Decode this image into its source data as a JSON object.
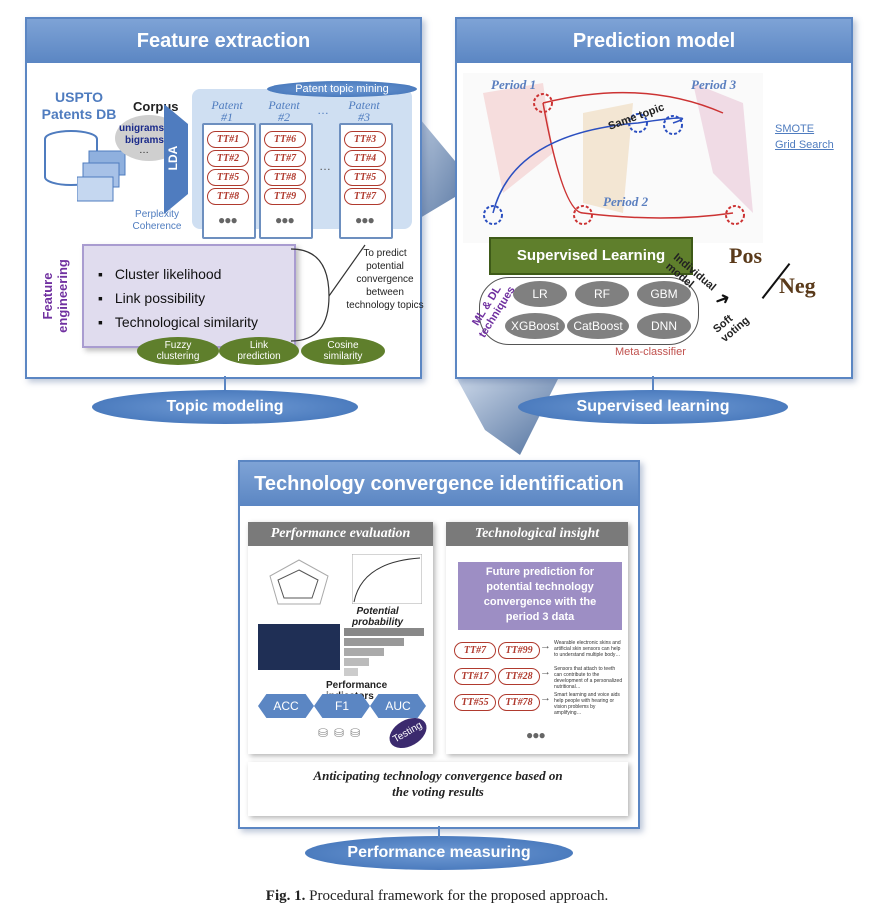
{
  "feature_extraction": {
    "title": "Feature extraction",
    "uspto": "USPTO\nPatents DB",
    "corpus": "Corpus",
    "unigrams": "unigrams",
    "bigrams": "bigrams",
    "ellipsis": "…",
    "lda": "LDA",
    "perplexity": "Perplexity\nCoherence",
    "topic_mining": "Patent topic mining",
    "patents": [
      {
        "label": "Patent\n#1",
        "topics": [
          "TT#1",
          "TT#2",
          "TT#5",
          "TT#8"
        ]
      },
      {
        "label": "Patent\n#2",
        "topics": [
          "TT#6",
          "TT#7",
          "TT#8",
          "TT#9"
        ]
      },
      {
        "label": "Patent\n#3",
        "topics": [
          "TT#3",
          "TT#4",
          "TT#5",
          "TT#7"
        ]
      }
    ],
    "patent_dots": "…",
    "feature_engineering": "Feature\nengineering",
    "features": [
      "Cluster likelihood",
      "Link possibility",
      "Technological similarity"
    ],
    "methods": [
      "Fuzzy\nclustering",
      "Link\nprediction",
      "Cosine\nsimilarity"
    ],
    "to_predict": "To predict\npotential\nconvergence\nbetween\ntechnology topics"
  },
  "topic_modeling": "Topic modeling",
  "prediction_model": {
    "title": "Prediction model",
    "period1": "Period 1",
    "period2": "Period 2",
    "period3": "Period 3",
    "same_topic": "Same topic",
    "smote": "SMOTE",
    "grid_search": "Grid Search",
    "supervised": "Supervised Learning",
    "models": [
      "LR",
      "RF",
      "GBM",
      "XGBoost",
      "CatBoost",
      "DNN"
    ],
    "ml_dl": "ML & DL\ntechniques",
    "meta": "Meta-classifier",
    "individual": "Individual\nmodel",
    "soft_voting": "Soft\nvoting",
    "pos": "Pos",
    "neg": "Neg"
  },
  "supervised_learning": "Supervised learning",
  "convergence": {
    "title": "Technology convergence identification",
    "perf_eval": "Performance evaluation",
    "potential_prob": "Potential\nprobability",
    "perf_indicators": "Performance indicators",
    "indicators": [
      "ACC",
      "F1",
      "AUC"
    ],
    "testing": "Testing",
    "tech_insight": "Technological insight",
    "future": "Future prediction for\npotential technology\nconvergence with the\nperiod 3 data",
    "pairs": [
      {
        "a": "TT#7",
        "b": "TT#99",
        "text": "Wearable electronic skins and artificial skin sensors can help to understand multiple body…"
      },
      {
        "a": "TT#17",
        "b": "TT#28",
        "text": "Sensors that attach to teeth can contribute to the development of a personalized nutritional…"
      },
      {
        "a": "TT#55",
        "b": "TT#78",
        "text": "Smart learning and voice aids help people with hearing or vision problems by amplifying…"
      }
    ],
    "anticipating": "Anticipating technology convergence based on\nthe voting results"
  },
  "performance_measuring": "Performance measuring",
  "caption": {
    "label": "Fig. 1.",
    "text": " Procedural framework for the proposed approach."
  }
}
